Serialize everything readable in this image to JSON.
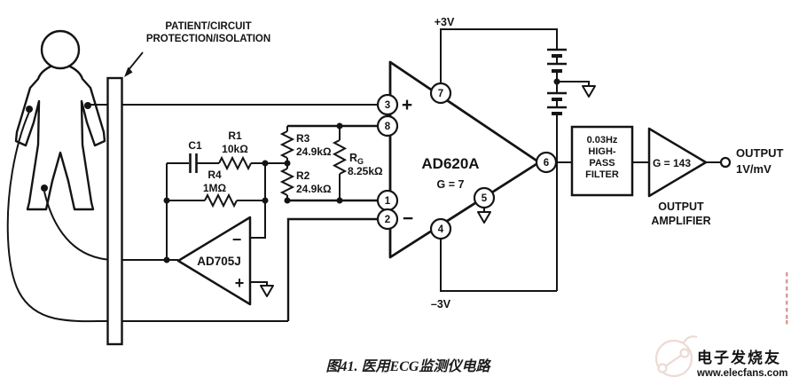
{
  "isolation_label": {
    "line1": "PATIENT/CIRCUIT",
    "line2": "PROTECTION/ISOLATION"
  },
  "supplies": {
    "positive": "+3V",
    "negative": "–3V"
  },
  "components": {
    "c1": {
      "ref": "C1"
    },
    "r1": {
      "ref": "R1",
      "value": "10kΩ"
    },
    "r4": {
      "ref": "R4",
      "value": "1MΩ"
    },
    "r3": {
      "ref": "R3",
      "value": "24.9kΩ"
    },
    "r2": {
      "ref": "R2",
      "value": "24.9kΩ"
    },
    "rg": {
      "ref_main": "R",
      "ref_sub": "G",
      "value": "8.25kΩ"
    },
    "inamp": {
      "name": "AD620A",
      "gain": "G = 7",
      "plus": "+",
      "minus": "−",
      "pins": {
        "p3": "3",
        "p8": "8",
        "p1": "1",
        "p2": "2",
        "p7": "7",
        "p4": "4",
        "p5": "5",
        "p6": "6"
      }
    },
    "buffer": {
      "name": "AD705J",
      "plus": "+",
      "minus": "−"
    },
    "hpf": {
      "line1": "0.03Hz",
      "line2": "HIGH-",
      "line3": "PASS",
      "line4": "FILTER"
    },
    "outamp": {
      "gain": "G = 143",
      "label1": "OUTPUT",
      "label2": "AMPLIFIER"
    }
  },
  "output": {
    "line1": "OUTPUT",
    "line2": "1V/mV"
  },
  "caption": {
    "text": "图41. 医用ECG监测仪电路"
  },
  "watermark": {
    "brand": "电子发烧友",
    "url": "www.elecfans.com"
  }
}
